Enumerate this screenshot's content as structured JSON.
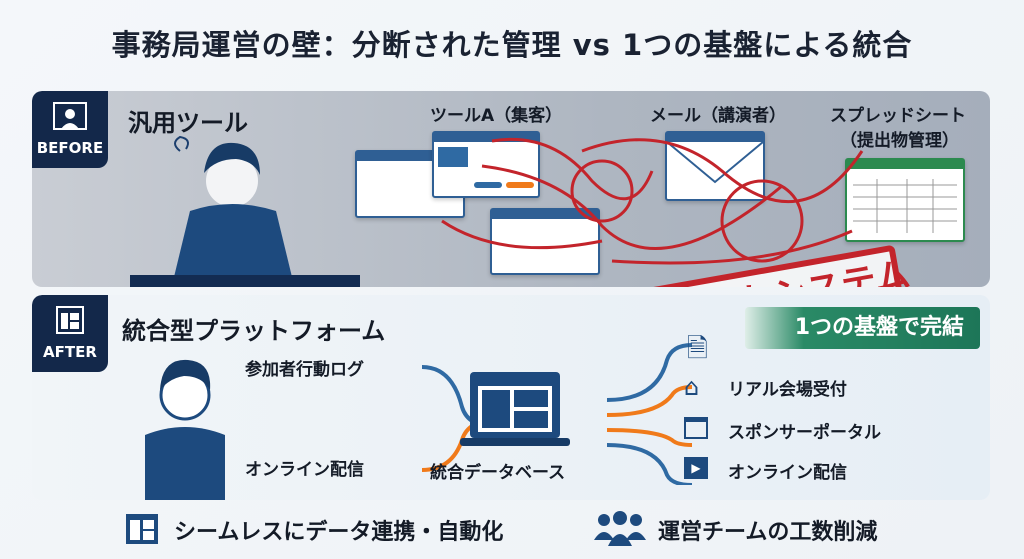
{
  "title": "事務局運営の壁：分断された管理 vs 1つの基盤による統合",
  "before": {
    "badge": "BEFORE",
    "heading": "汎用ツール",
    "tools": [
      "ツールA（集客）",
      "メール（講演者）",
      "スプレッドシート"
    ],
    "spreadsheet_sub": "（提出物管理）",
    "stamp": "分断されたシステム"
  },
  "after": {
    "badge": "AFTER",
    "heading": "統合型プラットフォーム",
    "inputs": [
      "参加者行動ログ",
      "オンライン配信"
    ],
    "hub": "統合データベース",
    "banner": "1つの基盤で完結",
    "outputs": [
      "リアル会場受付",
      "スポンサーポータル",
      "オンライン配信"
    ]
  },
  "benefits": [
    "シームレスにデータ連携・自動化",
    "運営チームの工数削減"
  ],
  "colors": {
    "navy": "#13284a",
    "blue": "#2f6aa3",
    "orange": "#f07a1a",
    "red": "#c3242b",
    "green": "#1d7658"
  }
}
